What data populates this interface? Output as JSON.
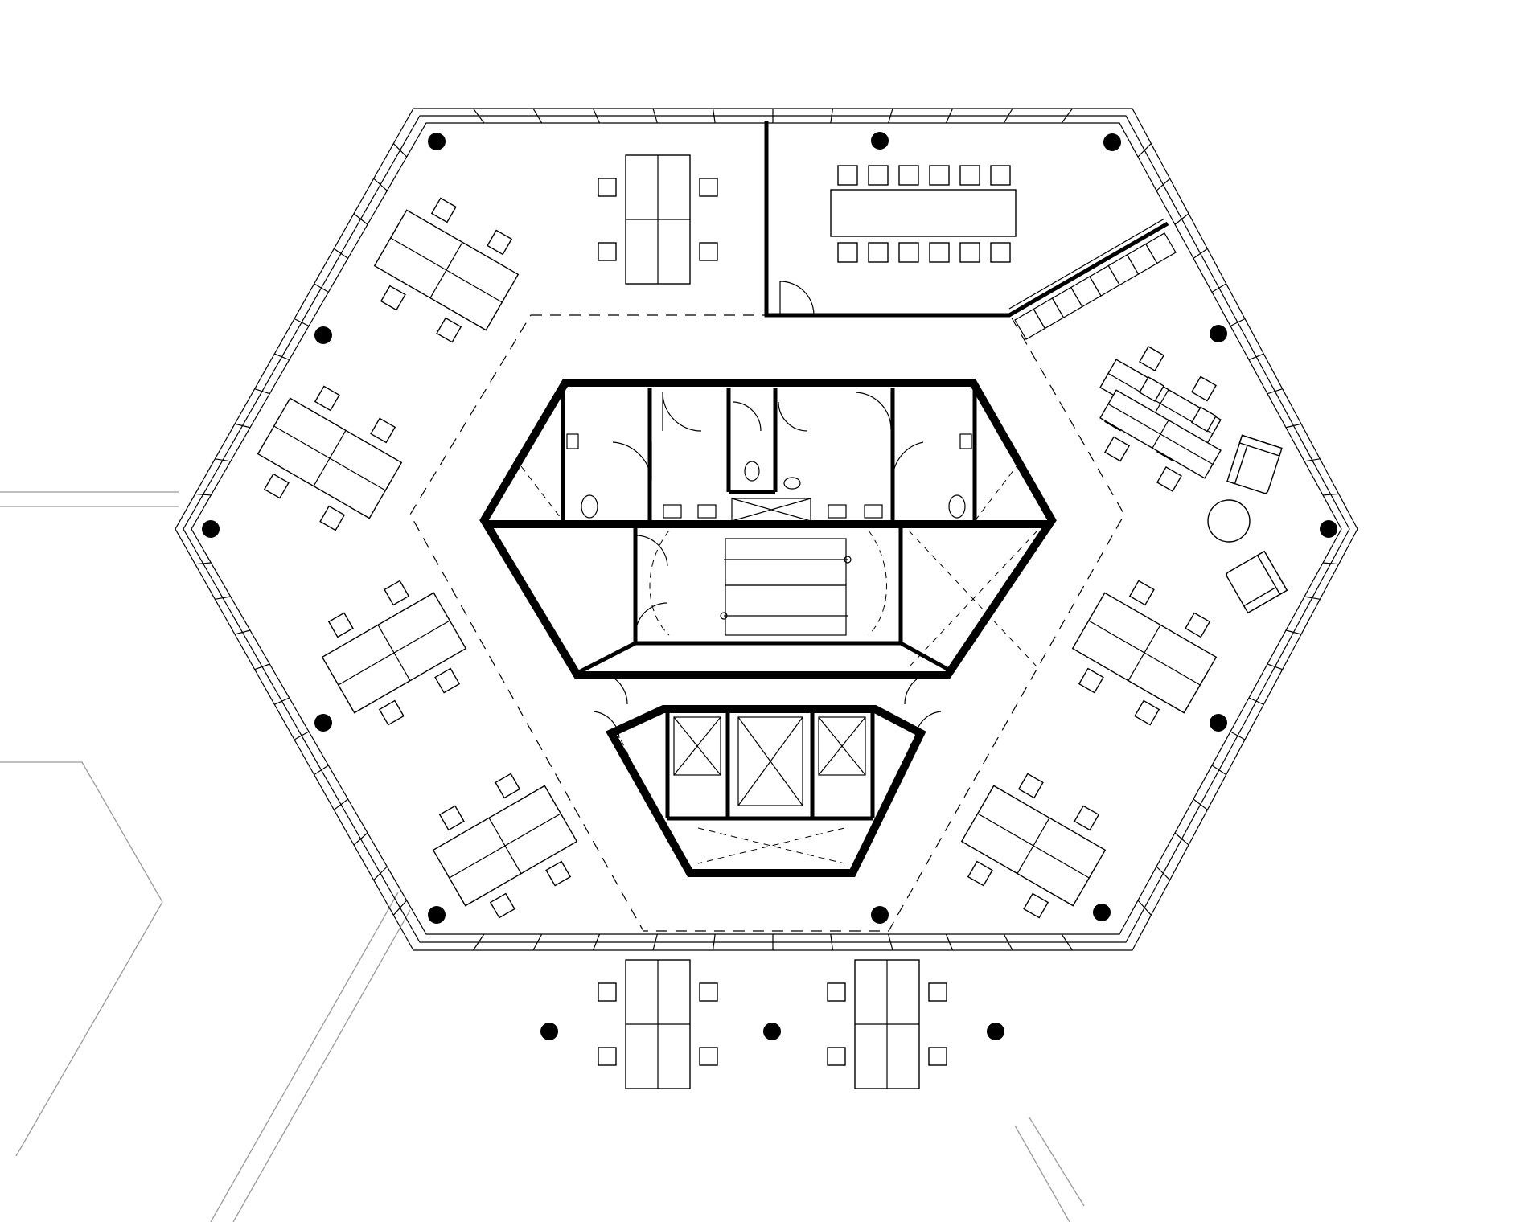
{
  "drawing": {
    "building_shape": "hexagon",
    "column_count": 15,
    "workstation_desk_clusters": 12,
    "meeting_room_table_seats": 12,
    "elevator_count": 3,
    "stair_count": 1
  },
  "colors": {
    "ink": "#000000",
    "context_lines": "#9a9a9a",
    "background": "#ffffff"
  }
}
